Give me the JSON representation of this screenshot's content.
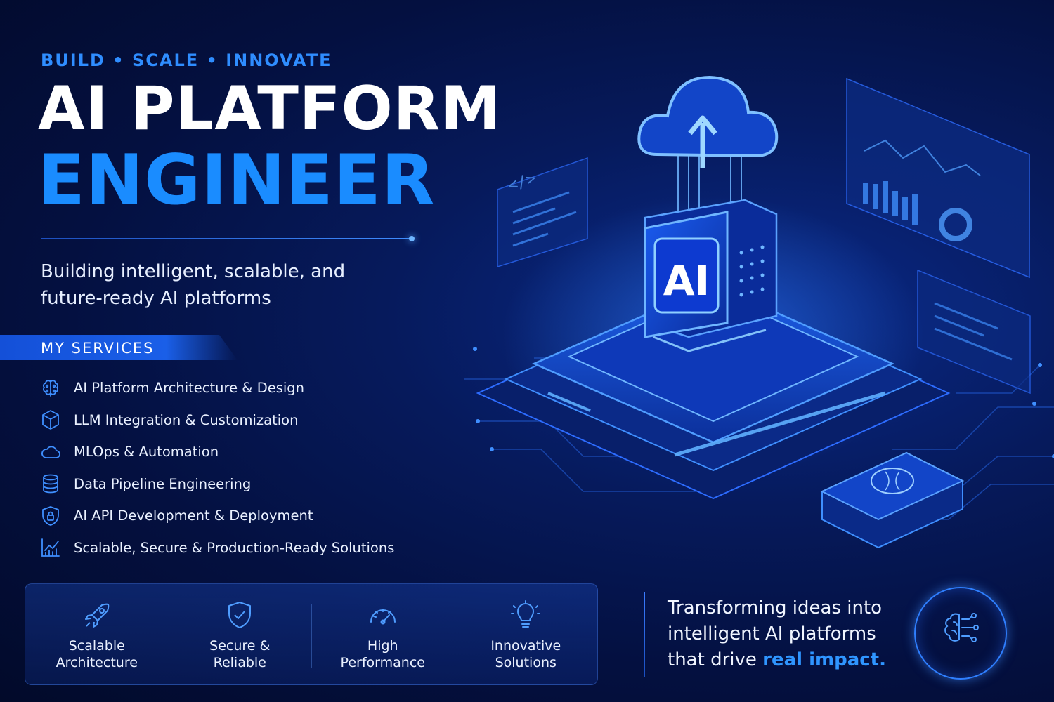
{
  "header": {
    "tagline": "BUILD • SCALE • INNOVATE",
    "title_line1": "AI PLATFORM",
    "title_line2": "ENGINEER",
    "subtitle": "Building intelligent, scalable, and future-ready AI platforms"
  },
  "services": {
    "heading": "MY SERVICES",
    "items": [
      {
        "label": "AI Platform Architecture & Design",
        "icon": "brain-icon"
      },
      {
        "label": "LLM Integration & Customization",
        "icon": "cube-icon"
      },
      {
        "label": "MLOps & Automation",
        "icon": "cloud-icon"
      },
      {
        "label": "Data Pipeline Engineering",
        "icon": "database-icon"
      },
      {
        "label": "AI API Development & Deployment",
        "icon": "shield-lock-icon"
      },
      {
        "label": "Scalable, Secure & Production-Ready Solutions",
        "icon": "chart-icon"
      }
    ]
  },
  "features": [
    {
      "line1": "Scalable",
      "line2": "Architecture",
      "icon": "rocket-icon"
    },
    {
      "line1": "Secure &",
      "line2": "Reliable",
      "icon": "shield-check-icon"
    },
    {
      "line1": "High",
      "line2": "Performance",
      "icon": "speedometer-icon"
    },
    {
      "line1": "Innovative",
      "line2": "Solutions",
      "icon": "lightbulb-icon"
    }
  ],
  "quote": {
    "part1": "Transforming ideas into intelligent AI platforms that drive ",
    "highlight": "real impact."
  },
  "illustration": {
    "chip_label": "AI",
    "code_tag": "</>"
  },
  "colors": {
    "accent": "#1a8cff",
    "background": "#061a5c",
    "glow": "#4fa3ff"
  }
}
